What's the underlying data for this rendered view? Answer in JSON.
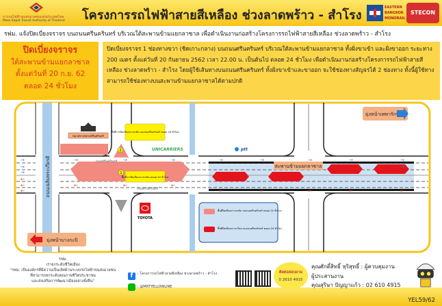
{
  "header": {
    "org_th": "การรถไฟฟ้าขนส่งมวลชนแห่งประเทศไทย",
    "org_en": "Mass Rapid Transit Authority of Thailand",
    "title": "โครงการรถไฟฟ้าสายสีเหลือง ช่วงลาดพร้าว - สำโรง",
    "partner1": "EASTERN BANGKOK MONORAIL",
    "partner2": "STECON"
  },
  "subtitle": "รฟม. แจ้งปิดเบี่ยงจราจร บนถนนศรีนครินทร์ บริเวณใต้สะพานข้ามแยกลาซาล เพื่อดำเนินงานก่อสร้างโครงการรถไฟฟ้าสายสีเหลือง ช่วงลาดพร้าว - สำโรง",
  "notice": {
    "lines": [
      "ปิดเบี่ยงจราจร",
      "ใต้สะพานข้ามแยกลาซาล",
      "ตั้งแต่วันที่ 20 ก.ย. 62",
      "ตลอด 24 ชั่วโมง"
    ],
    "detail": "ปิดเบี่ยงจราจร 1 ช่องทางขวา (ชิดเกาะกลาง) บนถนนศรีนครินทร์ บริเวณใต้สะพานข้ามแยกลาซาล ทั้งฝั่งขาเข้า และฝั่งขาออก ระยะทาง 200 เมตร ตั้งแต่วันที่ 20 กันยายน 2562 เวลา 22.00 น. เป็นต้นไป ตลอด 24 ชั่วโมง เพื่อดำเนินงานก่อสร้างโครงการรถไฟฟ้าสายสีเหลือง ช่วงลาดพร้าว - สำโรง โดยผู้ใช้เส้นทางบนถนนศรีนครินทร์ ทั้งฝั่งขาเข้าและขาออก จะใช้ช่องทางสัญจรได้ 2 ช่องทาง ทั้งนี้ผู้ใช้ทางสามารถใช้ช่องทางบนสะพานข้ามแยกลาซาลได้ตามปกติ"
  },
  "map": {
    "to_thepharak": "มุ่งหน้าเทพารักษ์",
    "to_bangkapi": "มุ่งหน้าบางกะปิ",
    "bridge": "สะพานข้ามแยกลาซาล",
    "road": "ถนนศรีนครินทร์",
    "cross_road": "ถนนเฉลิมพระเกียรติ",
    "callout1": "พื้นที่การปิดเบี่ยงจราจรเดิม ตลอด 24 ชั่วโมง",
    "callout2": "พื้นที่การปิดเบี่ยงจราจรเดิม บนถนนศรีนครินทร์ ตลอด 24 ชั่วโมง",
    "landmark_school": "หมวดทางหลวงศรีนครินทร์",
    "unicarriers": "UNICARRIERS",
    "ptt": "ptt",
    "toyota": "TOYOTA",
    "marker1": "1",
    "marker2": "2",
    "legend": [
      {
        "label": "พื้นที่ปิดเบี่ยงจราจรเดิม บนถนนศรีนครินทร์ ตลอด 24 ชั่วโมง",
        "color": "#f28a80"
      },
      {
        "label": "พื้นที่ปิดเบี่ยงจราจรใหม่ บนถนนศรีนครินทร์ ตลอด 24 ชั่วโมง",
        "color": "#e3141b"
      }
    ]
  },
  "footer": {
    "org_lines": [
      "รฟม.",
      "เรายกระดับชีวิตเมือง",
      "\"รฟม. เป็นองค์กรที่มีความเป็นเลิศด้านระบบรถไฟฟ้าขนส่งมวลชน",
      "ที่สามารถยกระดับคุณภาพชีวิตประชาชน",
      "และส่งเสริมการพัฒนาเมืองอย่างยั่งยืน\""
    ],
    "facebook": ": โครงการรถไฟฟ้าสายสีเหลือง ช่วงลาดพร้าว - สำโรง",
    "line": ": @MRTYELLOWLINE",
    "contact_title": "ติดต่อสอบถาม",
    "contact_phone": "0 2610 4915",
    "person1": "คุณศักดิ์สิทธิ์ หุริสุทธิ์ : ผู้ควบคุมงาน",
    "person2": "ผู้ประสานงาน",
    "person3": "คุณสุริษา ปัญญาแก้ว : 02 610 4915",
    "code": "YEL59/62"
  }
}
